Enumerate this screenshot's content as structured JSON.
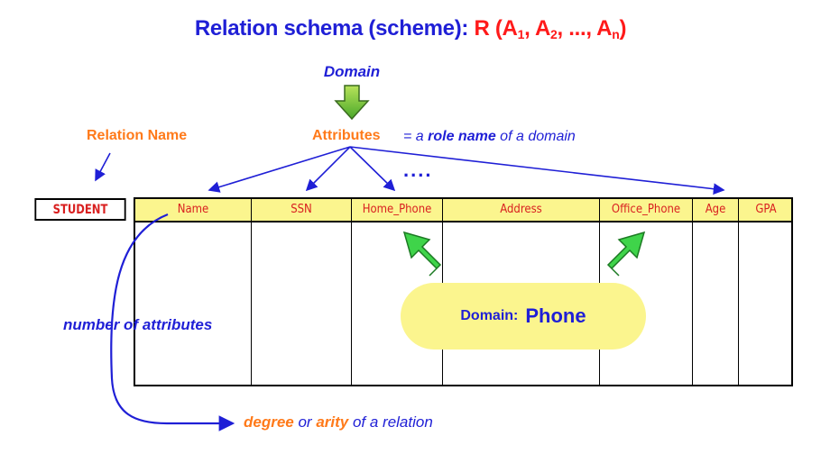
{
  "title": {
    "prefix": "Relation schema (scheme): ",
    "relation": "R (A",
    "sub1": "1",
    "mid1": ", A",
    "sub2": "2",
    "mid2": ", ..., A",
    "subn": "n",
    "end": ")"
  },
  "domain_label": "Domain",
  "relation_name_label": "Relation Name",
  "attributes_label": "Attributes",
  "role_desc": {
    "pre": "= a ",
    "bold": "role name",
    "post": " of a domain"
  },
  "ellipsis": "....",
  "relation_name": "STUDENT",
  "columns": [
    "Name",
    "SSN",
    "Home_Phone",
    "Address",
    "Office_Phone",
    "Age",
    "GPA"
  ],
  "phone_domain": {
    "label": "Domain:",
    "value": "Phone"
  },
  "number_of_attributes": "number of attributes",
  "degree": {
    "word1": "degree",
    "or": " or ",
    "word2": "arity",
    "rest": " of a relation"
  },
  "colors": {
    "blue": "#1f1fd6",
    "orange": "#ff7a1a",
    "red": "#d92020",
    "yellow": "#fbf58e",
    "green": "#3fd44a"
  }
}
